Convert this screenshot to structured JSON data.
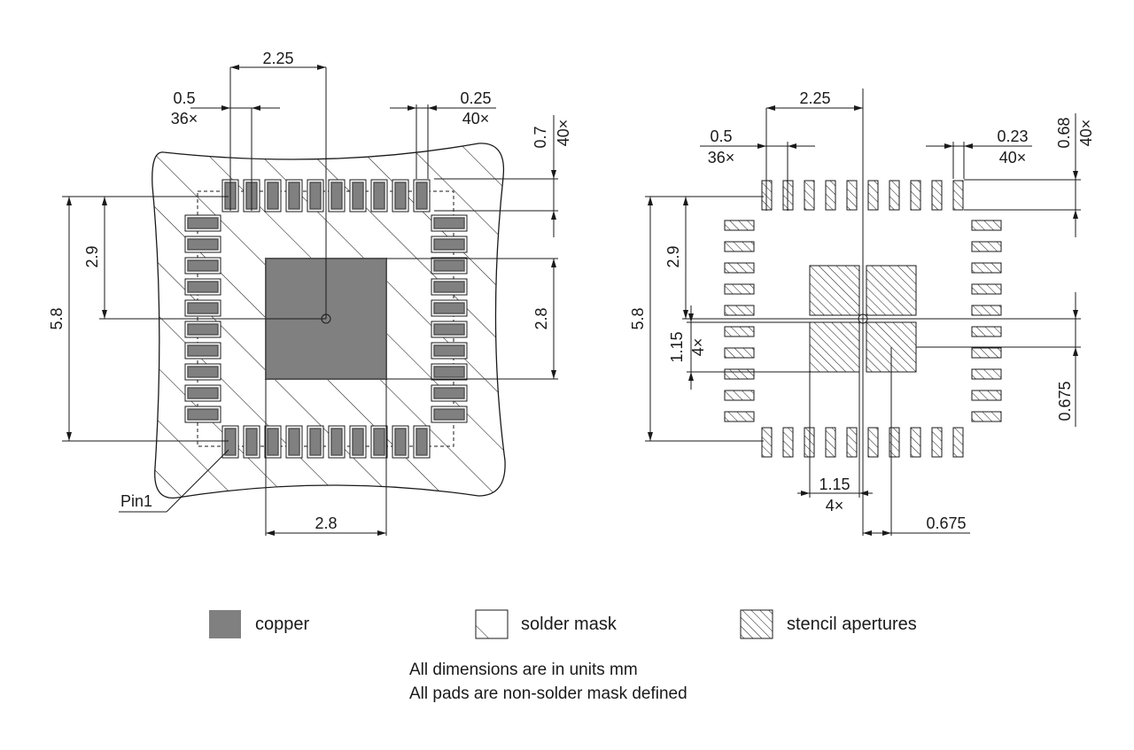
{
  "colors": {
    "copper": "#808080",
    "copper_edge": "#555555",
    "line": "#1a1a1a",
    "background": "#ffffff"
  },
  "left_view": {
    "pitch_label": "0.5",
    "pitch_count": "36×",
    "pad_width_label": "0.25",
    "pad_width_count": "40×",
    "pad_length_label": "0.7",
    "pad_length_count": "40×",
    "center_offset_label": "2.25",
    "half_span_label": "2.9",
    "span_label": "5.8",
    "thermal_height_label": "2.8",
    "thermal_width_label": "2.8",
    "pin1_label": "Pin1"
  },
  "right_view": {
    "pitch_label": "0.5",
    "pitch_count": "36×",
    "pad_width_label": "0.23",
    "pad_width_count": "40×",
    "pad_length_label": "0.68",
    "pad_length_count": "40×",
    "center_offset_label": "2.25",
    "half_span_label": "2.9",
    "span_label": "5.8",
    "aperture_size_label": "1.15",
    "aperture_count": "4×",
    "aperture_offset_label": "0.675",
    "aperture_bottom_size_label": "1.15",
    "aperture_bottom_count": "4×",
    "aperture_bottom_offset_label": "0.675"
  },
  "legend": {
    "copper": "copper",
    "solder_mask": "solder mask",
    "stencil": "stencil apertures"
  },
  "notes": {
    "line1": "All dimensions are in units mm",
    "line2": "All pads are non-solder mask defined"
  }
}
